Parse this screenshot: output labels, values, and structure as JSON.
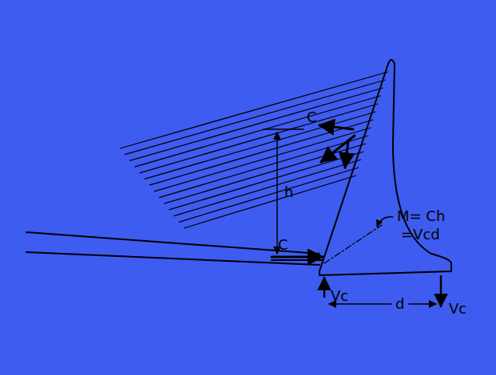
{
  "diagram": {
    "labels": [
      "C",
      "h",
      "C",
      "M= Ch",
      "=Vcd",
      "Vc",
      "d",
      "Vc"
    ]
  }
}
